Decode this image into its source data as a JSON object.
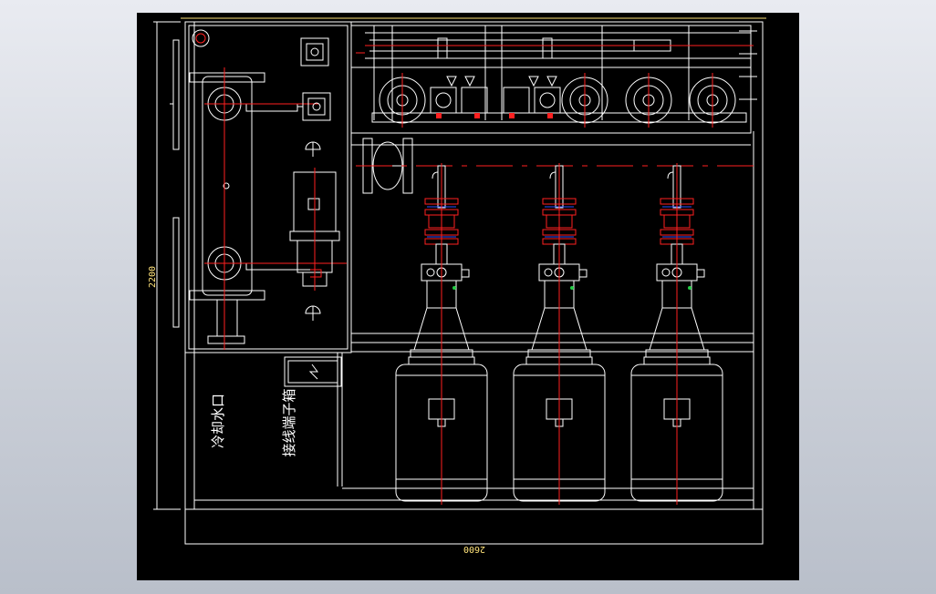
{
  "drawing": {
    "title": "",
    "height_dimension": "2200",
    "width_dimension": "2600",
    "labels": {
      "cooling_water_inlet": "冷却水口",
      "terminal_box": "接线端子箱"
    }
  },
  "colors": {
    "background": "#000000",
    "outline": "#ffffff",
    "center_line": "#ff2020",
    "dimension": "#ffe37a",
    "valve_accent": "#2850ff",
    "indicator": "#22cc44"
  }
}
